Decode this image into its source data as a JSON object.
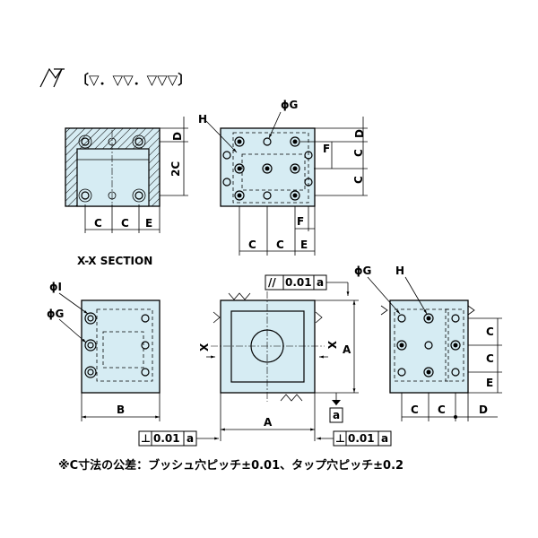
{
  "surface_symbol": {
    "text": "〔▽．▽▽．▽▽▽〕"
  },
  "views": {
    "section": {
      "caption": "X-X SECTION",
      "dims": {
        "horizontal": [
          "C",
          "C",
          "E"
        ],
        "right_top": "D",
        "right_side": "2C"
      }
    },
    "top": {
      "labels": {
        "hole_tap": "H",
        "hole_dia": "ϕG"
      },
      "dims": {
        "right": [
          "D",
          "C",
          "C"
        ],
        "right_inner": "F",
        "bottom": [
          "C",
          "C",
          "E"
        ],
        "bottom_inner": "F"
      }
    },
    "left": {
      "labels": {
        "hole_i": "ϕI",
        "hole_g": "ϕG"
      },
      "dims": {
        "bottom": "B"
      }
    },
    "front": {
      "section_mark": "X",
      "parallelism": {
        "symbol": "//",
        "value": "0.01",
        "datum": "a"
      },
      "datum_label": "a",
      "dims": {
        "bottom": "A",
        "right": "A"
      },
      "perp_left": {
        "symbol": "⊥",
        "value": "0.01",
        "datum": "a"
      },
      "perp_right": {
        "symbol": "⊥",
        "value": "0.01",
        "datum": "a"
      }
    },
    "right": {
      "labels": {
        "hole_dia": "ϕG",
        "hole_tap": "H"
      },
      "dims": {
        "right": [
          "C",
          "C",
          "E"
        ],
        "bottom": [
          "C",
          "C",
          "D"
        ]
      }
    }
  },
  "note": "※C寸法の公差：ブッシュ穴ピッチ±0.01、タップ穴ピッチ±0.2"
}
